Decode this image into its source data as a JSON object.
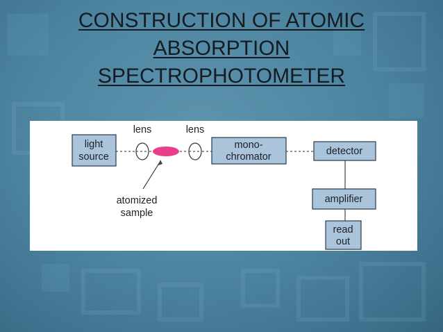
{
  "slide": {
    "title_lines": [
      "CONSTRUCTION OF ATOMIC",
      "ABSORPTION",
      "SPECTROPHOTOMETER"
    ]
  },
  "diagram": {
    "light_source": [
      "light",
      "source"
    ],
    "lens_left": "lens",
    "lens_right": "lens",
    "monochromator": [
      "mono-",
      "chromator"
    ],
    "detector": "detector",
    "amplifier": "amplifier",
    "readout": [
      "read",
      "out"
    ],
    "atomized_sample": [
      "atomized",
      "sample"
    ],
    "colors": {
      "box_fill": "#a9c4db",
      "sample_flame": "#ea3e8a",
      "background": "#4f87a3"
    }
  }
}
